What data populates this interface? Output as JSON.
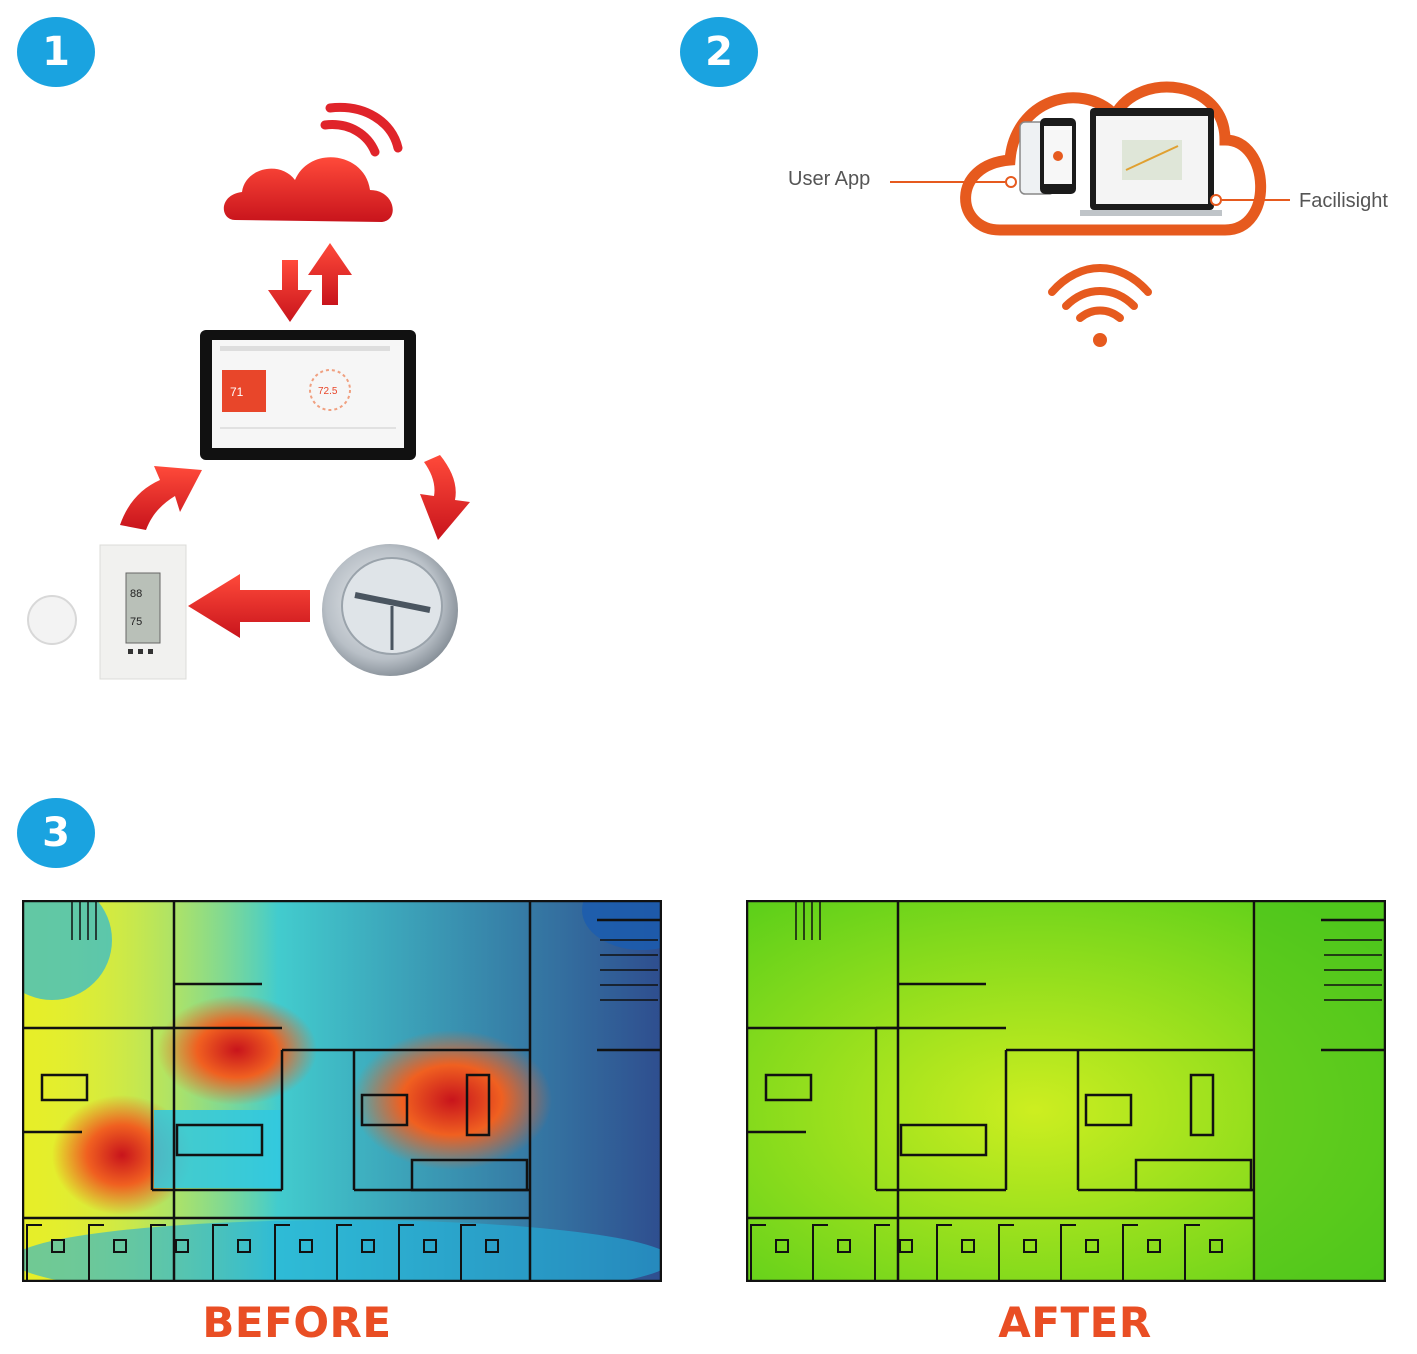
{
  "steps": {
    "one": "1",
    "two": "2",
    "three": "3"
  },
  "cloud_panel": {
    "user_app_label": "User App",
    "facilisight_label": "Facilisight"
  },
  "tablet_screen": {
    "temp_left": "71",
    "temp_center": "72.5"
  },
  "thermostat_display": {
    "line1": "88",
    "line2": "75"
  },
  "floorplans": {
    "before_label": "BEFORE",
    "after_label": "AFTER"
  },
  "colors": {
    "badge": "#1aa3e0",
    "red": "#e0242a",
    "orange": "#e65a1e",
    "caption": "#e94e24"
  }
}
